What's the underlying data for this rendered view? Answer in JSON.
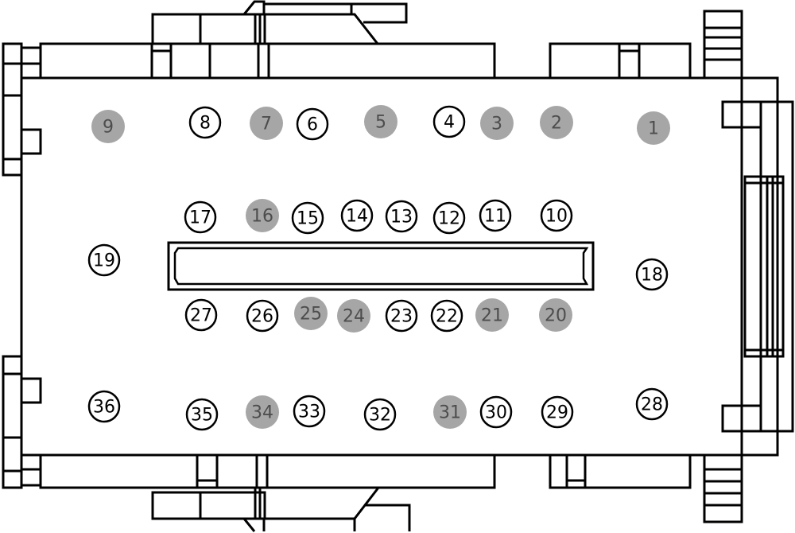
{
  "connector": {
    "pins": [
      {
        "label": "1",
        "state": "filled"
      },
      {
        "label": "2",
        "state": "filled"
      },
      {
        "label": "3",
        "state": "filled"
      },
      {
        "label": "4",
        "state": "open"
      },
      {
        "label": "5",
        "state": "filled"
      },
      {
        "label": "6",
        "state": "open"
      },
      {
        "label": "7",
        "state": "filled"
      },
      {
        "label": "8",
        "state": "open"
      },
      {
        "label": "9",
        "state": "filled"
      },
      {
        "label": "10",
        "state": "open"
      },
      {
        "label": "11",
        "state": "open"
      },
      {
        "label": "12",
        "state": "open"
      },
      {
        "label": "13",
        "state": "open"
      },
      {
        "label": "14",
        "state": "open"
      },
      {
        "label": "15",
        "state": "open"
      },
      {
        "label": "16",
        "state": "filled"
      },
      {
        "label": "17",
        "state": "open"
      },
      {
        "label": "18",
        "state": "open"
      },
      {
        "label": "19",
        "state": "open"
      },
      {
        "label": "20",
        "state": "filled"
      },
      {
        "label": "21",
        "state": "filled"
      },
      {
        "label": "22",
        "state": "open"
      },
      {
        "label": "23",
        "state": "open"
      },
      {
        "label": "24",
        "state": "filled"
      },
      {
        "label": "25",
        "state": "filled"
      },
      {
        "label": "26",
        "state": "open"
      },
      {
        "label": "27",
        "state": "open"
      },
      {
        "label": "28",
        "state": "open"
      },
      {
        "label": "29",
        "state": "open"
      },
      {
        "label": "30",
        "state": "open"
      },
      {
        "label": "31",
        "state": "filled"
      },
      {
        "label": "32",
        "state": "open"
      },
      {
        "label": "33",
        "state": "open"
      },
      {
        "label": "34",
        "state": "filled"
      },
      {
        "label": "35",
        "state": "open"
      },
      {
        "label": "36",
        "state": "open"
      }
    ]
  },
  "colors": {
    "outline": "#000000",
    "filled_pin": "#a6a6a6",
    "filled_text": "#4d4d4d",
    "open_pin": "#ffffff",
    "open_text": "#000000"
  }
}
